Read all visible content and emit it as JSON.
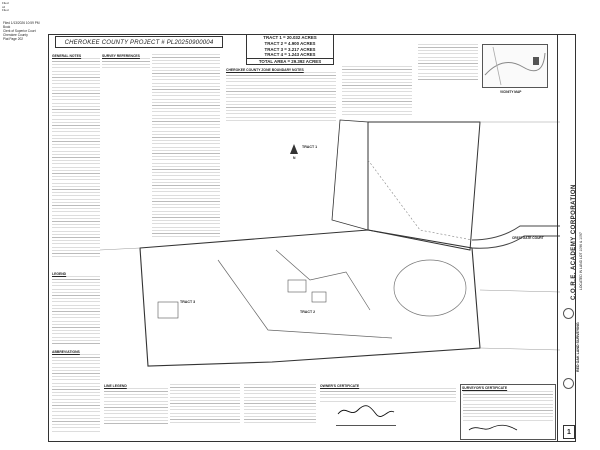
{
  "corner_stamp": {
    "lines": [
      "Filed",
      "cd",
      "Filed"
    ]
  },
  "recording_block": {
    "lines": [
      "Filed 1/13/2026 10:59 PM",
      "Book",
      "Clerk of Superior Court",
      "Cherokee County",
      "Plat Page 202"
    ]
  },
  "project_header": "CHEROKEE COUNTY PROJECT # PL20250900004",
  "tract_table": {
    "rows": [
      "TRACT 1 = 20.032 ACRES",
      "TRACT 2 = 4.900 ACRES",
      "TRACT 3 = 3.217 ACRES",
      "TRACT 4 = 1.243 ACRES"
    ],
    "total": "TOTAL AREA = 29.392 ACRES"
  },
  "section_titles": {
    "general_notes": "GENERAL NOTES",
    "survey_references": "SURVEY REFERENCES",
    "cherokee_notes": "CHEROKEE COUNTY ZONE BOUNDARY NOTES",
    "vicinity_map": "VICINITY MAP",
    "legend": "LEGEND",
    "abbreviations": "ABBREVIATIONS",
    "line_legend": "LINE LEGEND",
    "owners_certificate": "OWNER'S CERTIFICATE",
    "surveyors_certificate": "SURVEYOR'S CERTIFICATE"
  },
  "title_block": {
    "company": "C.O.R.E. ACADEMY CORPORATION",
    "subtitle": "LOCATED IN LAND LOT 1096 & 1097",
    "surveyor": "RED OAK LAND SURVEYING",
    "sheet": "1"
  },
  "plan_labels": {
    "tract1": "TRACT 1",
    "tract2": "TRACT 2",
    "tract3": "TRACT 3",
    "road": "CRESTGATE COURT",
    "n_label": "N"
  }
}
